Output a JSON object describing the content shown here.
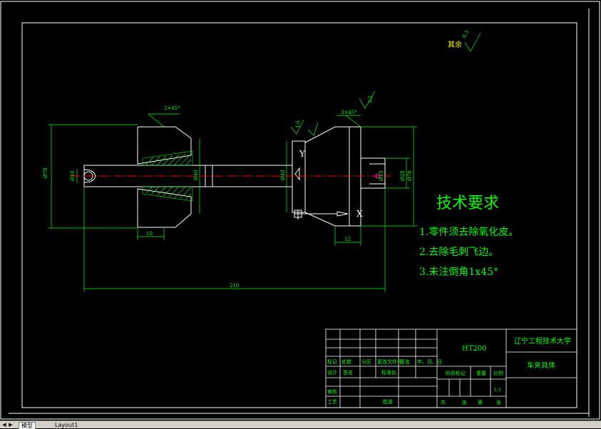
{
  "colors": {
    "background": "#000000",
    "frame": "#ffffff",
    "dimension": "#00ff00",
    "centerline": "#ff0000",
    "hatch": "#00ff00",
    "part": "#ffffff",
    "magenta": "#ff00ff"
  },
  "drawing": {
    "surface_finish_label": "其余",
    "surface_finish_value": "6.3",
    "chamfer_left": "2×45°",
    "chamfer_right": "3×45°",
    "roughness_right": "3.2",
    "roughness_small": "1.6",
    "dim_left_height": "Ø78",
    "dim_left_bore": "Ø10",
    "dim_left_shaft": "Ø40",
    "dim_center": "Ø40",
    "dim_right_small": "Ø10",
    "dim_right_mid": "Ø28",
    "dim_right_large": "Ø78",
    "dim_width_left": "10",
    "dim_width_right": "12",
    "dim_total": "210",
    "view_label_y": "Y",
    "view_label_x": "X"
  },
  "requirements": {
    "title": "技术要求",
    "items": [
      "1.零件须去除氧化皮。",
      "2.去除毛刺飞边。",
      "3.未注倒角1x45°"
    ]
  },
  "title_block": {
    "material": "HT200",
    "school": "辽宁工程技术大学",
    "part_name": "车夹具体",
    "scale": "1:1",
    "headers": [
      "标记",
      "处数",
      "分区",
      "更改文件号",
      "签名",
      "年、月、日"
    ],
    "row_design": [
      "设计",
      "签名",
      "标准化"
    ],
    "row_check": [
      "审核"
    ],
    "row_process": [
      "工艺",
      "批准"
    ],
    "stage_headers": [
      "阶段标记",
      "重量",
      "比例"
    ],
    "sheet_labels": [
      "共",
      "张",
      "第",
      "张"
    ]
  },
  "tabs": {
    "model": "模型",
    "layout1": "Layout1"
  }
}
